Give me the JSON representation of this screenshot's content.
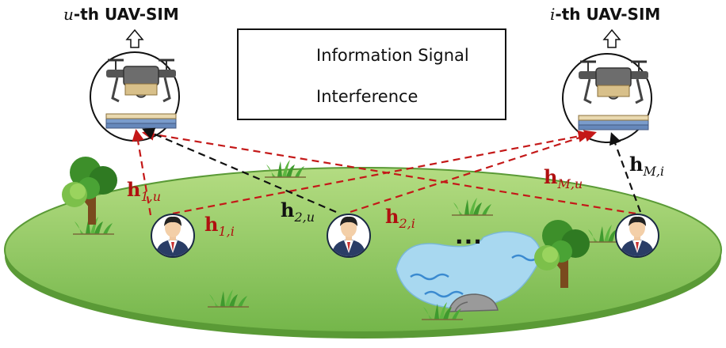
{
  "uav_left": {
    "index": "u",
    "label": "-th UAV-SIM"
  },
  "uav_right": {
    "index": "i",
    "label": "-th UAV-SIM"
  },
  "legend": {
    "info_label": "Information Signal",
    "interference_label": "Interference"
  },
  "channels": {
    "h1u": {
      "base": "h",
      "sub": "1,u"
    },
    "h1i": {
      "base": "h",
      "sub": "1,i"
    },
    "h2u": {
      "base": "h",
      "sub": "2,u"
    },
    "h2i": {
      "base": "h",
      "sub": "2,i"
    },
    "hMu": {
      "base": "h",
      "sub": "M,u"
    },
    "hMi": {
      "base": "h",
      "sub": "M,i"
    }
  },
  "ellipsis": "...",
  "colors": {
    "ground": "#8cc560",
    "ground_edge": "#6aa842",
    "interference": "#c41818",
    "signal": "#111111",
    "water": "#a8d8f0"
  }
}
